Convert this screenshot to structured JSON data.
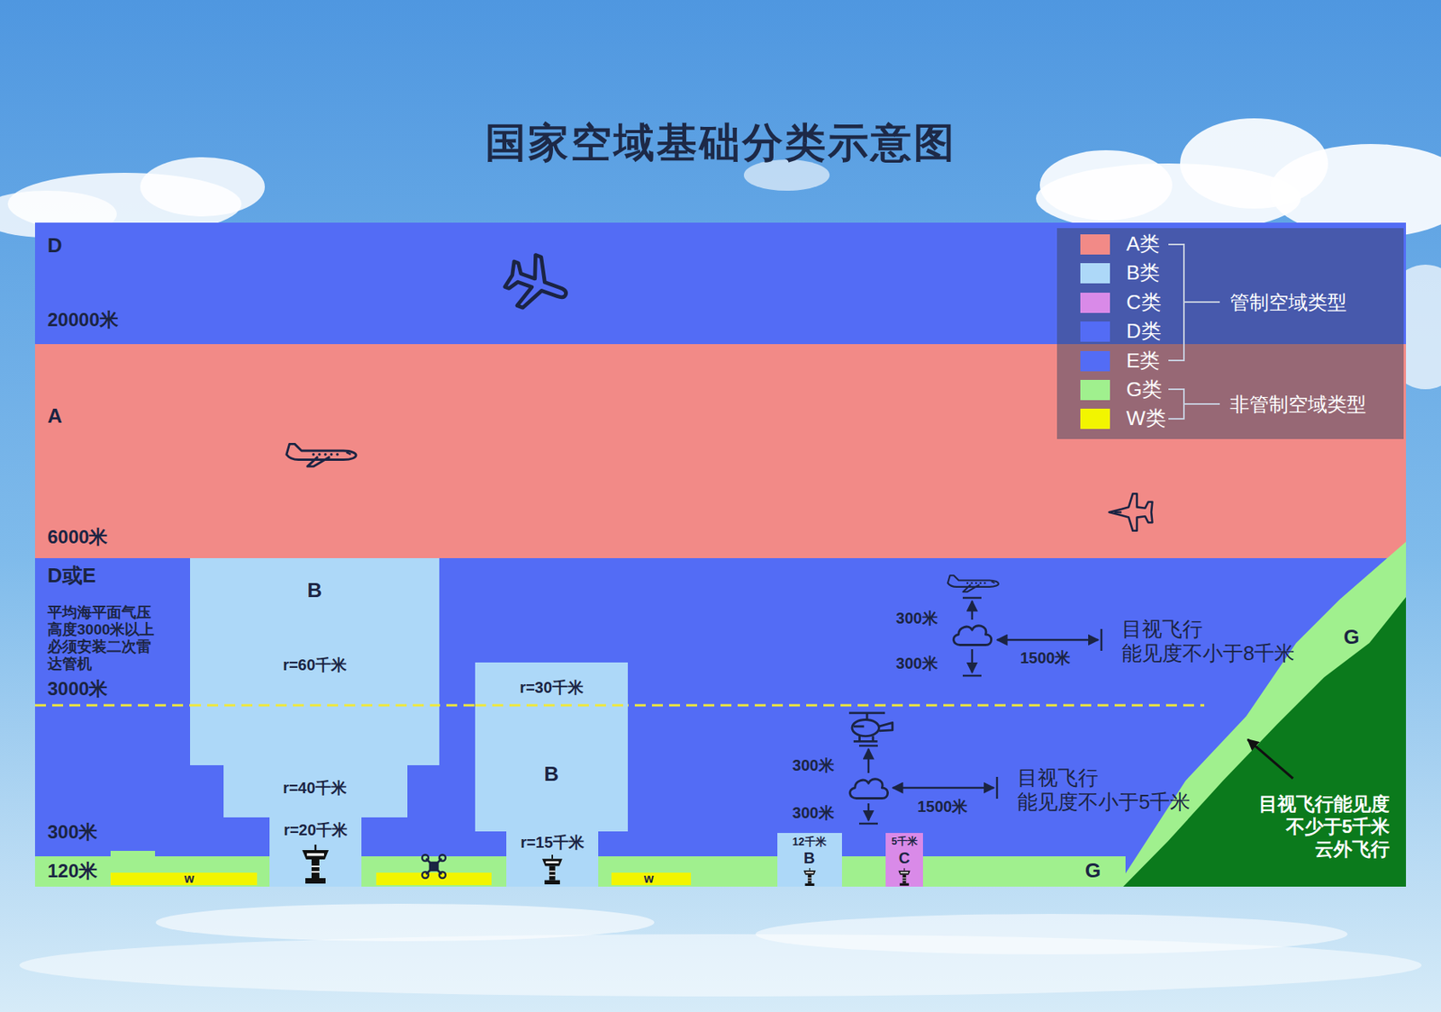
{
  "diagram": {
    "title": "国家空域基础分类示意图",
    "nodes": [
      {
        "text": [
          "D"
        ]
      },
      {
        "text": [
          "A"
        ]
      },
      {
        "text": [
          "D或E",
          "平均海平面气压 高度3000米以上 必须安装二次雷 达管机"
        ]
      },
      {
        "text": [
          "B",
          "r=60千米",
          "r=40千米",
          "r=20千米"
        ],
        "in": 2
      },
      {
        "text": [
          "r=30千米",
          "B",
          "r=15千米"
        ],
        "in": 2
      },
      {
        "text": [
          "12千米",
          "B"
        ],
        "in": 2
      },
      {
        "text": [
          "5千米",
          "C"
        ],
        "in": 2
      }
    ],
    "labels": [
      "20000米",
      "6000米",
      "3000米",
      "300米",
      "120米",
      "w",
      "w",
      "G",
      "G",
      "300米",
      "300米",
      "1500米",
      "目视飞行 能见度不小于8千米",
      "300米",
      "300米",
      "1500米",
      "目视飞行 能见度不小于5千米",
      "目视飞行能见度 不少于5千米 云外飞行",
      "管制空域类型",
      "非管制空域类型"
    ],
    "legend": [
      {
        "text": "A类",
        "color": "#f28a87"
      },
      {
        "text": "B类",
        "color": "#add8f8"
      },
      {
        "text": "C类",
        "color": "#d98ae8"
      },
      {
        "text": "D类",
        "color": "#536cf5"
      },
      {
        "text": "E类",
        "color": "#536cf5"
      },
      {
        "text": "G类",
        "color": "#a0f08e"
      },
      {
        "text": "W类",
        "color": "#f2f500"
      }
    ]
  }
}
